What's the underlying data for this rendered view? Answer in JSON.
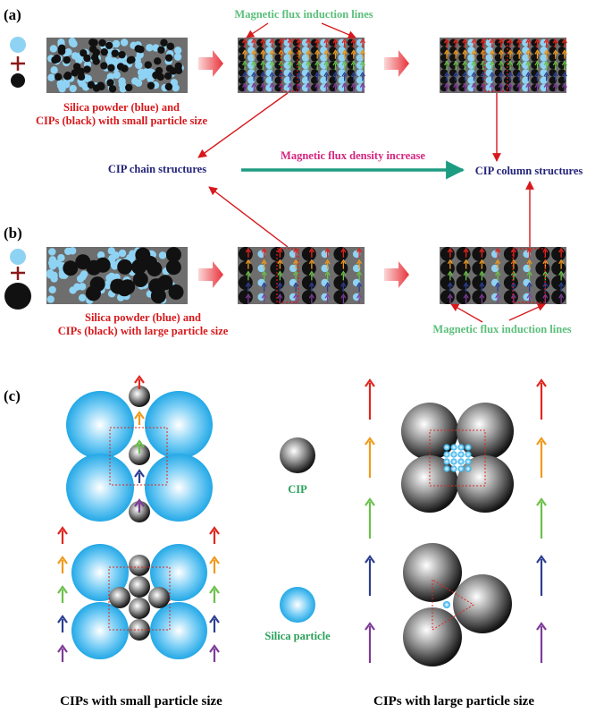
{
  "panels": {
    "a": {
      "label": "(a)"
    },
    "b": {
      "label": "(b)"
    },
    "c": {
      "label": "(c)"
    }
  },
  "text": {
    "flux_lines_top": "Magnetic flux induction lines",
    "small_desc_1": "Silica powder (blue) and",
    "small_desc_2": "CIPs (black) with small particle size",
    "chain": "CIP chain structures",
    "density": "Magnetic flux density increase",
    "column": "CIP column structures",
    "large_desc_1": "Silica powder (blue) and",
    "large_desc_2": "CIPs (black) with large particle size",
    "flux_lines_bottom": "Magnetic flux induction lines",
    "cip_legend": "CIP",
    "silica_legend": "Silica  particle",
    "caption_small": "CIPs with small particle size",
    "caption_large": "CIPs with large particle size"
  },
  "colors": {
    "red_text": "#d7191c",
    "green_text": "#5bbf7a",
    "navy_text": "#23237a",
    "magenta_text": "#d6247f",
    "teal_arrow": "#1e9c82",
    "silica_blue": "#8fd3f4",
    "cip_black": "#111111",
    "panel_grey": "#6e6e6e",
    "arrow_red": "#e0261f",
    "arrow_orange": "#f09a1c",
    "arrow_green": "#6cc04a",
    "arrow_blue": "#2c3e91",
    "arrow_purple": "#7d3c98"
  },
  "icons": [
    "cip-sphere-icon",
    "silica-sphere-icon",
    "plus-icon",
    "block-arrow-icon",
    "flux-arrow-icon"
  ]
}
